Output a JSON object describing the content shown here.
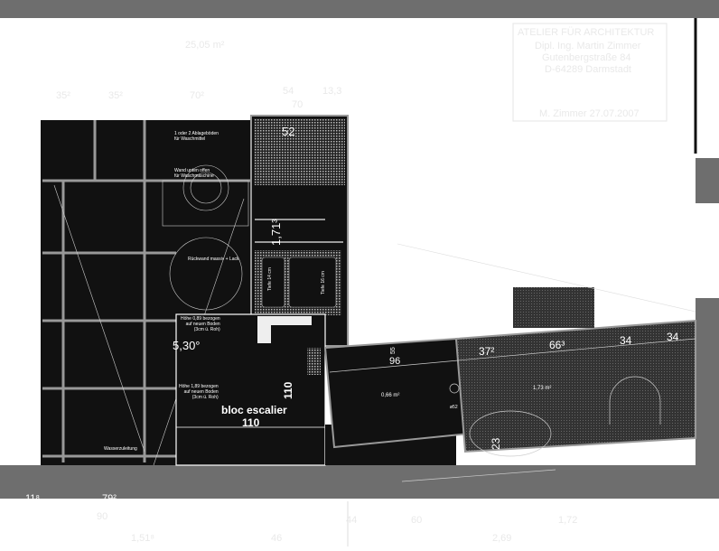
{
  "title_block": {
    "lines": [
      "ATELIER FÜR ARCHITEKTUR",
      "Dipl. Ing. Martin Zimmer",
      "Gutenbergstraße 84",
      "D-64289 Darmstadt"
    ],
    "signature": "M. Zimmer 27.07.2007"
  },
  "top_dims": {
    "area": "25,05 m²",
    "d1": "35²",
    "d2": "35²",
    "d3": "70²",
    "d4": "54",
    "d5": "70",
    "d6": "13,3"
  },
  "annotations": {
    "shelves": "1 oder 2 Ablageböden\nfür Waschmittel",
    "wall": "Wand unten offen\nfür Waschmaschine",
    "rear_wall": "Rückwand massiv + Lack",
    "height1": "Höhe 0,89 bezogen\nauf neuen Boden\n(3cm ü. Roh)",
    "height2": "Höhe 1,89 bezogen\nauf neuen Boden\n(3cm ü. Roh)",
    "depth14": "Tiefe 14 cm",
    "depth16": "Tiefe 16 cm",
    "water": "Wasserzuleitung",
    "d52": "52",
    "d171": "1,71³",
    "d530": "5,30°",
    "stair_label": "bloc escalier",
    "stair_width": "110",
    "stair_height": "110"
  },
  "bathroom": {
    "d_96": "96",
    "d_55": "55",
    "area_small": "0,66 m²",
    "d_372": "37²",
    "d_663": "66³",
    "d_34a": "34",
    "d_34b": "34",
    "area_large": "1,73 m²",
    "d_23": "23",
    "d_52b": "ø52"
  },
  "bottom_dims": {
    "a": "11⁸",
    "b": "79²",
    "c": "90",
    "d": "44",
    "e": "60",
    "f": "1,72",
    "g": "1,51⁸",
    "h": "46",
    "i": "2,69"
  },
  "colors": {
    "band": "#6e6e6e",
    "fill": "#111111",
    "line": "#9a9a9a",
    "hatch": "#555555"
  }
}
